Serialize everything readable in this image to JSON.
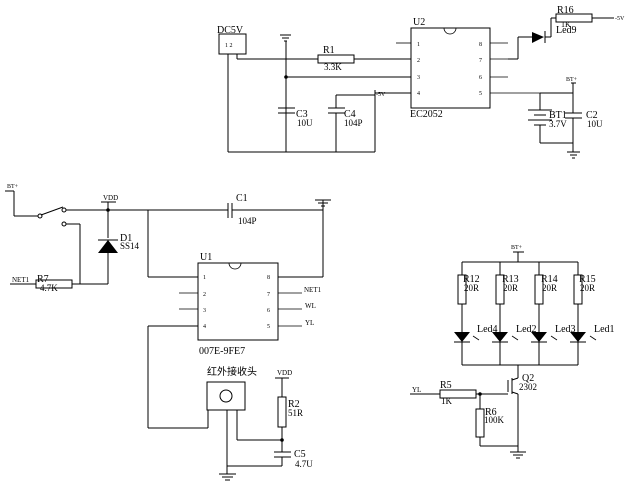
{
  "components": {
    "dc_jack": {
      "ref": "DC5V",
      "pins": "1 2"
    },
    "r1": {
      "ref": "R1",
      "value": "3.3K"
    },
    "u2": {
      "ref": "U2",
      "part": "EC2052",
      "pins_left": [
        "1",
        "2",
        "3",
        "4"
      ],
      "pins_right": [
        "8",
        "7",
        "6",
        "5"
      ]
    },
    "c3": {
      "ref": "C3",
      "value": "10U"
    },
    "c4": {
      "ref": "C4",
      "value": "104P"
    },
    "r16": {
      "ref": "R16",
      "value": "1K"
    },
    "led9": {
      "ref": "Led9"
    },
    "bt1": {
      "ref": "BT1",
      "value": "3.7V"
    },
    "c2": {
      "ref": "C2",
      "value": "10U"
    },
    "c1": {
      "ref": "C1",
      "value": "104P"
    },
    "d1": {
      "ref": "D1",
      "part": "SS14"
    },
    "r7": {
      "ref": "R7",
      "value": "4.7K"
    },
    "u1": {
      "ref": "U1",
      "part": "007E-9FE7",
      "pins_left": [
        "1",
        "2",
        "3",
        "4"
      ],
      "pins_right": [
        "8",
        "7",
        "6",
        "5"
      ]
    },
    "ir_receiver": {
      "label": "红外接收头"
    },
    "r2": {
      "ref": "R2",
      "value": "51R"
    },
    "c5": {
      "ref": "C5",
      "value": "4.7U"
    },
    "r12": {
      "ref": "R12",
      "value": "20R"
    },
    "r13": {
      "ref": "R13",
      "value": "20R"
    },
    "r14": {
      "ref": "R14",
      "value": "20R"
    },
    "r15": {
      "ref": "R15",
      "value": "20R"
    },
    "led1": {
      "ref": "Led1"
    },
    "led2": {
      "ref": "Led2"
    },
    "led3": {
      "ref": "Led3"
    },
    "led4": {
      "ref": "Led4"
    },
    "r5": {
      "ref": "R5",
      "value": "1K"
    },
    "r6": {
      "ref": "R6",
      "value": "100K"
    },
    "q2": {
      "ref": "Q2",
      "part": "2302"
    }
  },
  "nets": {
    "bt_plus": "BT+",
    "minus_5v": "-5V",
    "vdd": "VDD",
    "net1": "NET1",
    "wl": "WL",
    "yl": "YL"
  }
}
